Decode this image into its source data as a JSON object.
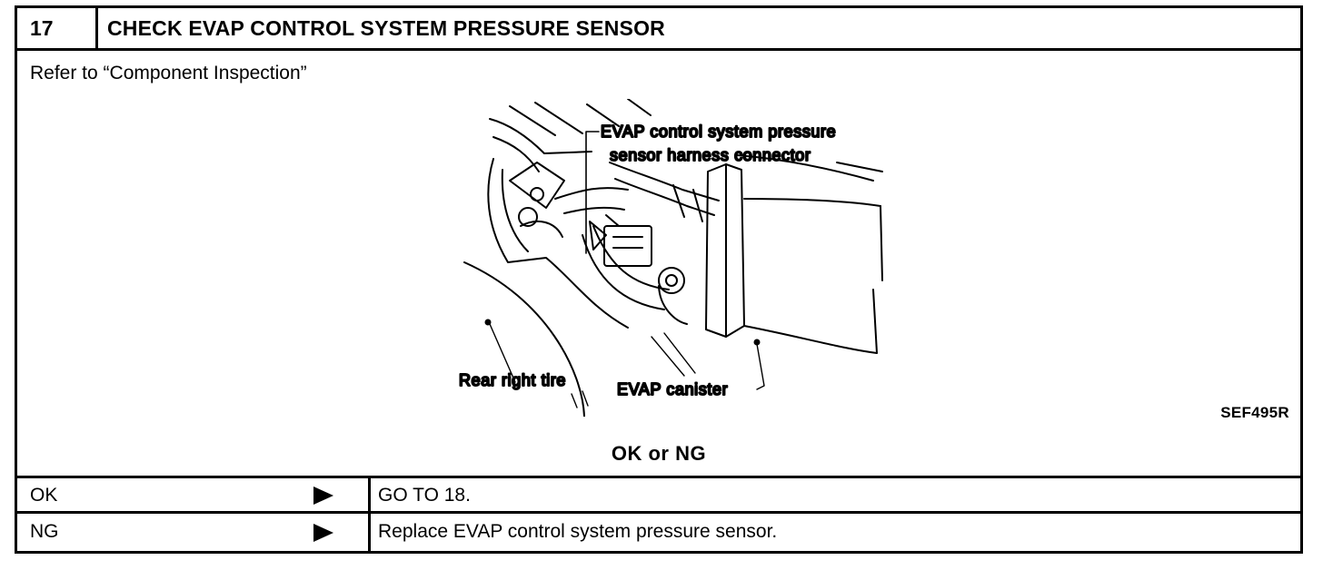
{
  "step": {
    "number": "17",
    "title": "CHECK EVAP CONTROL SYSTEM PRESSURE SENSOR"
  },
  "instruction": "Refer to “Component Inspection”",
  "figure": {
    "callout_connector_line1": "EVAP control system pressure",
    "callout_connector_line2": "sensor harness connector",
    "callout_tire": "Rear right tire",
    "callout_canister": "EVAP canister",
    "code": "SEF495R"
  },
  "decision": "OK or NG",
  "results": [
    {
      "label": "OK",
      "action": "GO TO 18."
    },
    {
      "label": "NG",
      "action": "Replace EVAP control system pressure sensor."
    }
  ]
}
